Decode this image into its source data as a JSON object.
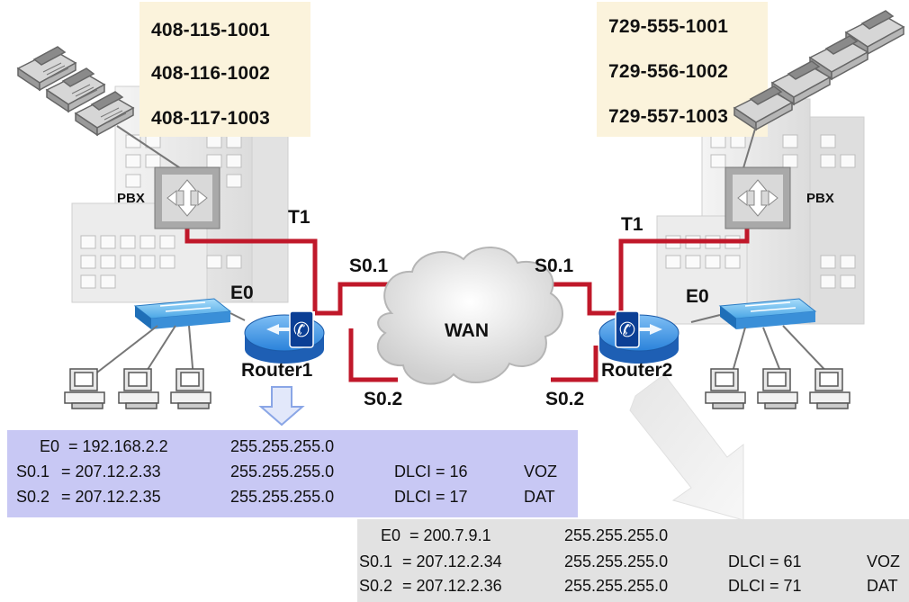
{
  "left_site": {
    "phone_numbers": [
      "408-115-1001",
      "408-116-1002",
      "408-117-1003"
    ],
    "pbx_label": "PBX",
    "trunk_label": "T1",
    "lan_label": "E0",
    "router_label": "Router1",
    "subif_voice": "S0.1",
    "subif_data": "S0.2"
  },
  "right_site": {
    "phone_numbers": [
      "729-555-1001",
      "729-556-1002",
      "729-557-1003"
    ],
    "pbx_label": "PBX",
    "trunk_label": "T1",
    "lan_label": "E0",
    "router_label": "Router2",
    "subif_voice": "S0.1",
    "subif_data": "S0.2"
  },
  "cloud_label": "WAN",
  "router1_config": [
    {
      "iface": "E0",
      "ip": "= 192.168.2.2",
      "mask": "255.255.255.0",
      "dlci": "",
      "type": ""
    },
    {
      "iface": "S0.1",
      "ip": "= 207.12.2.33",
      "mask": "255.255.255.0",
      "dlci": "DLCI = 16",
      "type": "VOZ"
    },
    {
      "iface": "S0.2",
      "ip": "= 207.12.2.35",
      "mask": "255.255.255.0",
      "dlci": "DLCI = 17",
      "type": "DAT"
    }
  ],
  "router2_config": [
    {
      "iface": "E0",
      "ip": "= 200.7.9.1",
      "mask": "255.255.255.0",
      "dlci": "",
      "type": ""
    },
    {
      "iface": "S0.1",
      "ip": "= 207.12.2.34",
      "mask": "255.255.255.0",
      "dlci": "DLCI = 61",
      "type": "VOZ"
    },
    {
      "iface": "S0.2",
      "ip": "= 207.12.2.36",
      "mask": "255.255.255.0",
      "dlci": "DLCI = 71",
      "type": "DAT"
    }
  ],
  "colors": {
    "link": "#c0182a",
    "router1_panel": "#c8c8f4",
    "router2_panel": "#e2e2e2",
    "phone_box": "#fbf3dc",
    "router_blue": "#1e6fd0"
  }
}
